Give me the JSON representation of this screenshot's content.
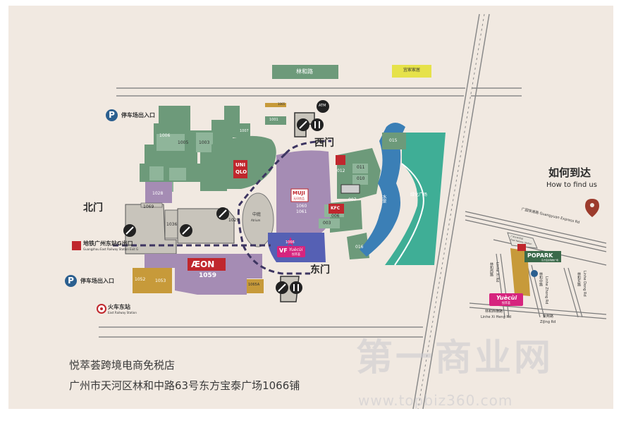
{
  "map": {
    "gates": {
      "west": "西门",
      "east": "东门",
      "north": "北门"
    },
    "parking": {
      "badge": "P",
      "entrance_top": "停车场出入口",
      "entrance_bottom": "停车场出入口"
    },
    "metro": {
      "cn": "地铁广州东站G出口",
      "en": "Guangzhou East Railway Station Exit G"
    },
    "train": {
      "cn": "火车东站",
      "en": "East Railway Station"
    },
    "roads": {
      "north": "林和路",
      "top_right": "宜家家居"
    },
    "areas": {
      "atrium_cn": "中庭",
      "atrium_en": "Atrium",
      "plaza": "绿化广场",
      "water": "水景",
      "atm": "ATM"
    },
    "stores": {
      "uniqlo_1": "UNI",
      "uniqlo_2": "QLO",
      "muji": "MUJI",
      "muji_sub": "无印良品",
      "kfc": "KFC",
      "aeon": "ÆON",
      "yuecui_logo": "VF",
      "yuecui_name": "Yuècùi",
      "yuecui_cn": "悦萃荟"
    },
    "units": {
      "u1006": "1006",
      "u1005": "1005",
      "u1003": "1003",
      "u1028": "1028",
      "u1069": "1069",
      "u1036": "1036",
      "u1029": "1029",
      "u1060": "1060",
      "u1061": "1061",
      "u1066": "1066",
      "u1059": "1059",
      "u1052": "1052",
      "u1053": "1053",
      "u1065A": "1065A",
      "u1065": "1065",
      "u1001": "1001",
      "u1007": "1007",
      "u015": "015",
      "u012": "012",
      "u011": "011",
      "u010": "010",
      "u007": "007",
      "u006": "006",
      "u003": "003",
      "u016": "016"
    }
  },
  "howto": {
    "title": "如何到达",
    "subtitle": "How to find us",
    "roads": {
      "guangyuan": "广园快速路  Guangyuan Express Rd",
      "station": "广州火车东站",
      "station_en": "East Railway Station",
      "linhe_xi": "林和西路",
      "linhe_xi_en": "Linhe Xi Rd",
      "linhe_zhong": "林和中路",
      "linhe_zhong_en": "Linhe Zhong Rd",
      "linhe_xiheng": "林和西横路",
      "linhe_xiheng_en": "Linhe Xi Heng Rd",
      "linhe_dong": "林和东路",
      "linhe_dong_en": "Linhe Dong Rd",
      "zijing": "紫荆路",
      "zijing_en": "ZiJing Rd"
    },
    "popark": "POPARK",
    "popark_sub": "东方宝泰购物广场",
    "yuecui": "Yuècùi",
    "yuecui_cn": "悦萃荟"
  },
  "store_info": {
    "name": "悦萃荟跨境电商免税店",
    "address": "广州市天河区林和中路63号东方宝泰广场1066铺"
  },
  "watermark": {
    "cn": "第一商业网",
    "en": "www.topbiz360.com"
  },
  "colors": {
    "green": "#6d9a7a",
    "lightgreen": "#8fb59a",
    "purple": "#a58cb4",
    "gray": "#c8c4bb",
    "bg": "#f1e9e1",
    "gold": "#c79a3a",
    "teal": "#3fae96",
    "blue": "#3b7fb6",
    "navy": "#3d3561",
    "yellow": "#e6e24a",
    "magenta": "#d6247e"
  }
}
